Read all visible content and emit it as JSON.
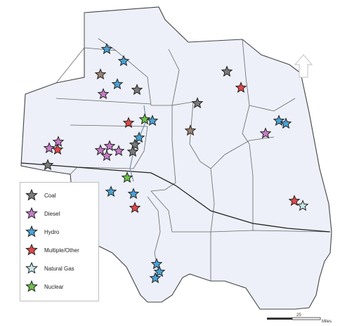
{
  "colors": {
    "Coal": "#7a7a7a",
    "Diesel": "#c77cc7",
    "Hydro": "#4aa3d6",
    "Multiple/Other": "#e04848",
    "Natural Gas": "#c8e6e6",
    "Nuclear": "#6cc24a",
    "Coal2": "#9c8270"
  },
  "legend": {
    "items": [
      {
        "label": "Coal",
        "type": "Coal"
      },
      {
        "label": "Diesel",
        "type": "Diesel"
      },
      {
        "label": "Hydro",
        "type": "Hydro"
      },
      {
        "label": "Multiple/Other",
        "type": "Multiple/Other"
      },
      {
        "label": "Natural Gas",
        "type": "Natural Gas"
      },
      {
        "label": "Nuclear",
        "type": "Nuclear"
      }
    ]
  },
  "scale": {
    "value": "25",
    "unit": "Miles"
  },
  "north_arrow_icon": "north-arrow-icon"
}
